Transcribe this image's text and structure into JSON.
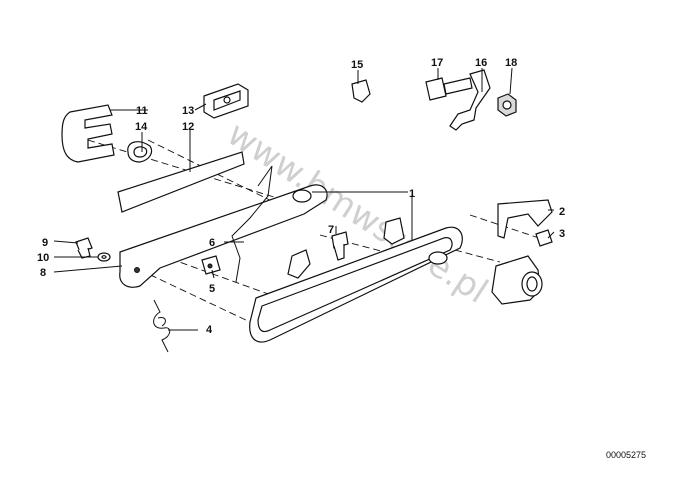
{
  "watermark": "www.bmwstore.pl",
  "part_number": "00005275",
  "callouts": [
    "1",
    "2",
    "3",
    "4",
    "5",
    "6",
    "7",
    "8",
    "9",
    "10",
    "11",
    "12",
    "13",
    "14",
    "15",
    "16",
    "17",
    "18"
  ]
}
